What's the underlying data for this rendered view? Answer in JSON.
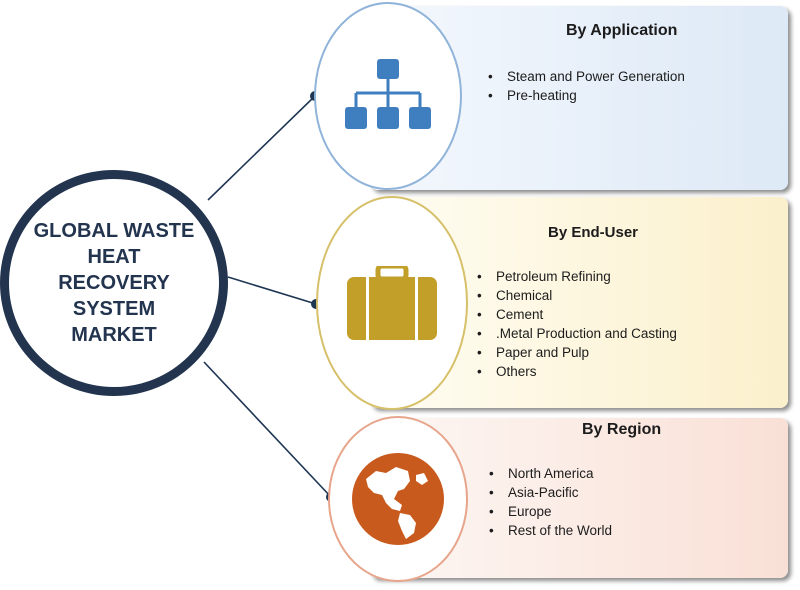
{
  "hub": {
    "title": "GLOBAL WASTE\nHEAT\nRECOVERY\nSYSTEM\nMARKET"
  },
  "colors": {
    "hub_ring": "#23344f",
    "connector": "#1f3554",
    "application_icon": "#3f7fc0",
    "end_user_icon": "#c29f28",
    "region_icon": "#c95a1e"
  },
  "segments": [
    {
      "id": "application",
      "title": "By Application",
      "icon": "hierarchy-icon",
      "items": [
        "Steam and Power Generation",
        "Pre-heating"
      ]
    },
    {
      "id": "end_user",
      "title": "By End-User",
      "icon": "briefcase-icon",
      "items": [
        "Petroleum Refining",
        "Chemical",
        "Cement",
        ".Metal Production and Casting",
        "Paper and Pulp",
        "Others"
      ]
    },
    {
      "id": "region",
      "title": "By Region",
      "icon": "globe-icon",
      "items": [
        "North America",
        "Asia-Pacific",
        "Europe",
        "Rest of the World"
      ]
    }
  ]
}
